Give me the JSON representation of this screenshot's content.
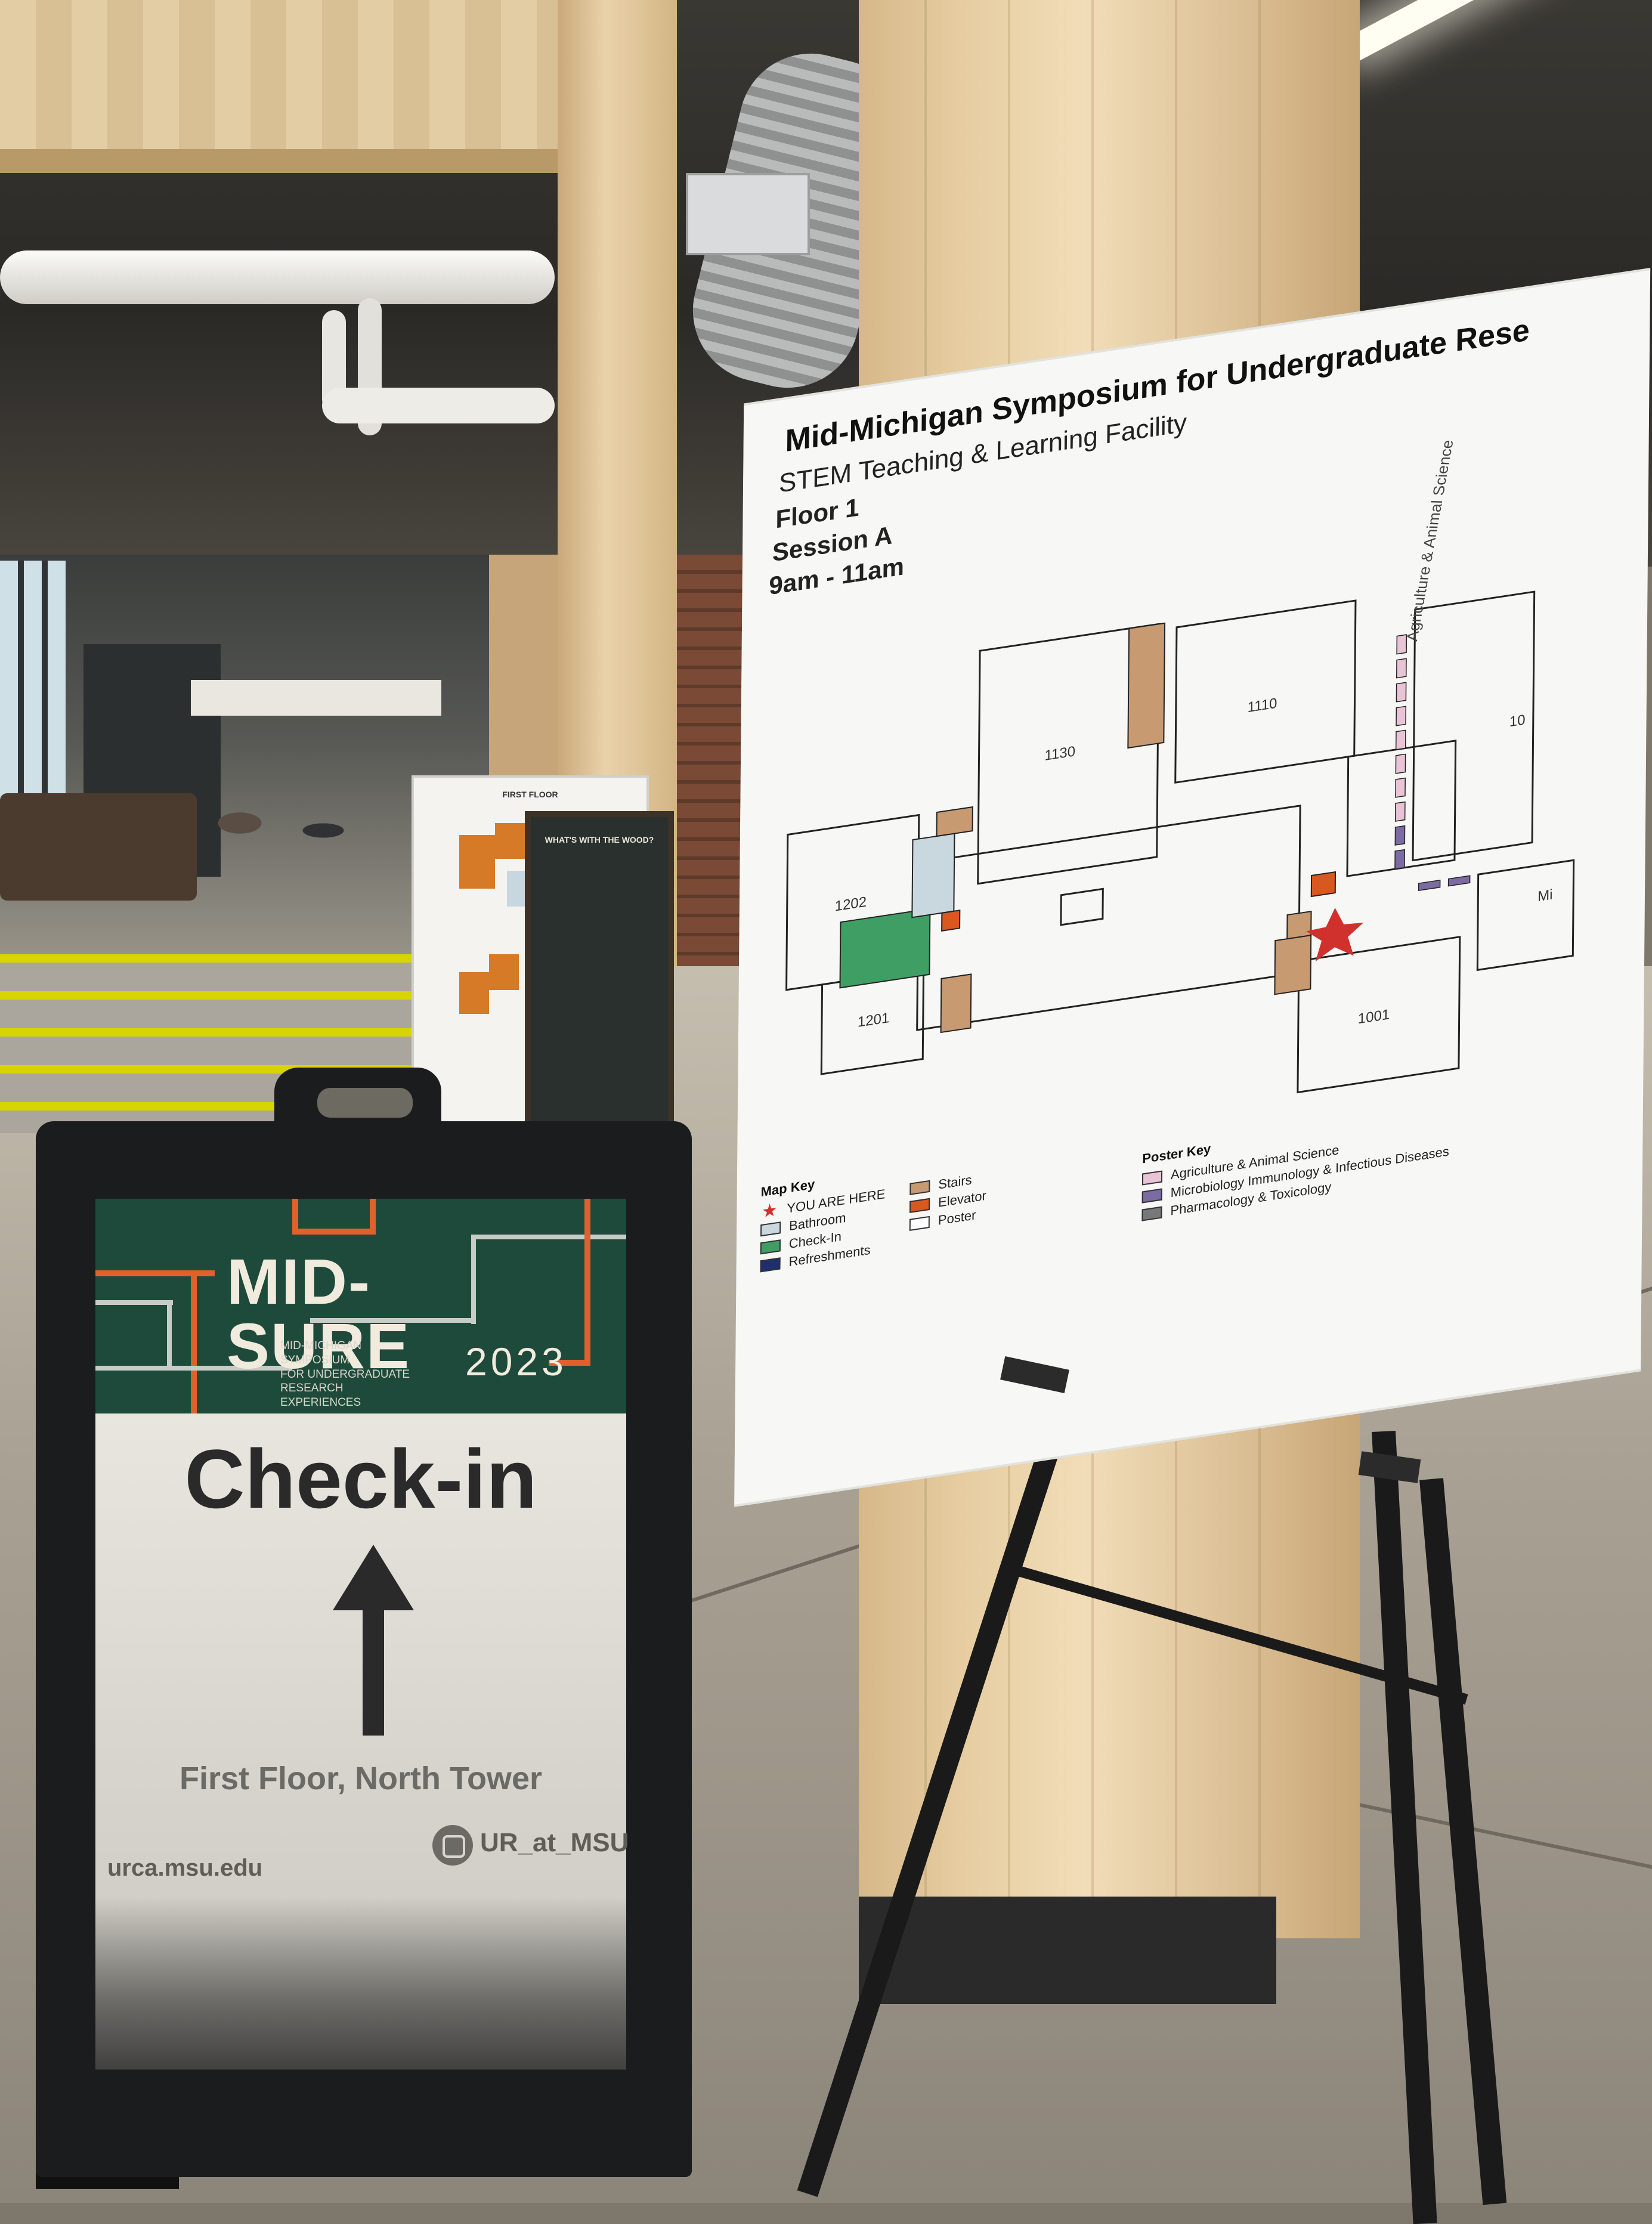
{
  "sign": {
    "title": "MID-SURE",
    "subtitle_lines": [
      "MID-MICHIGAN SYMPOSIUM",
      "FOR UNDERGRADUATE",
      "RESEARCH EXPERIENCES"
    ],
    "year": "2023",
    "main_text": "Check-in",
    "location": "First Floor, North Tower",
    "url": "urca.msu.edu",
    "social_handle": "UR_at_MSU",
    "colors": {
      "header": "#1e4a3b",
      "accent": "#e0622a",
      "trace": "#c8ccc6"
    }
  },
  "map": {
    "title": "Mid-Michigan Symposium for Undergraduate Rese",
    "subtitle": "STEM Teaching & Learning Facility",
    "floor": "Floor 1",
    "session": "Session A",
    "time": "9am - 11am",
    "rooms": [
      "1130",
      "1110",
      "1202",
      "1201",
      "1001",
      "10",
      "Mi"
    ],
    "vertical_label": "Agriculture & Animal Science",
    "map_key": {
      "title": "Map Key",
      "items": [
        {
          "label": "YOU ARE HERE",
          "icon": "star-icon",
          "color": "#d0312d"
        },
        {
          "label": "Bathroom",
          "color": "#c9d7df"
        },
        {
          "label": "Check-In",
          "color": "#3f9e64"
        },
        {
          "label": "Refreshments",
          "color": "#1f2f6b"
        },
        {
          "label": "Stairs",
          "color": "#c89a72"
        },
        {
          "label": "Elevator",
          "color": "#d8581f"
        },
        {
          "label": "Poster",
          "color": "#ffffff"
        }
      ]
    },
    "poster_key": {
      "title": "Poster Key",
      "items": [
        {
          "label": "Agriculture & Animal Science",
          "color": "#e9c3d6"
        },
        {
          "label": "Microbiology Immunology & Infectious Diseases",
          "color": "#7c6aa3"
        },
        {
          "label": "Pharmacology & Toxicology",
          "color": "#77787a"
        }
      ]
    }
  },
  "back_poster": {
    "floor_label": "FIRST FLOOR",
    "heading": "WHAT'S WITH THE WOOD?"
  }
}
